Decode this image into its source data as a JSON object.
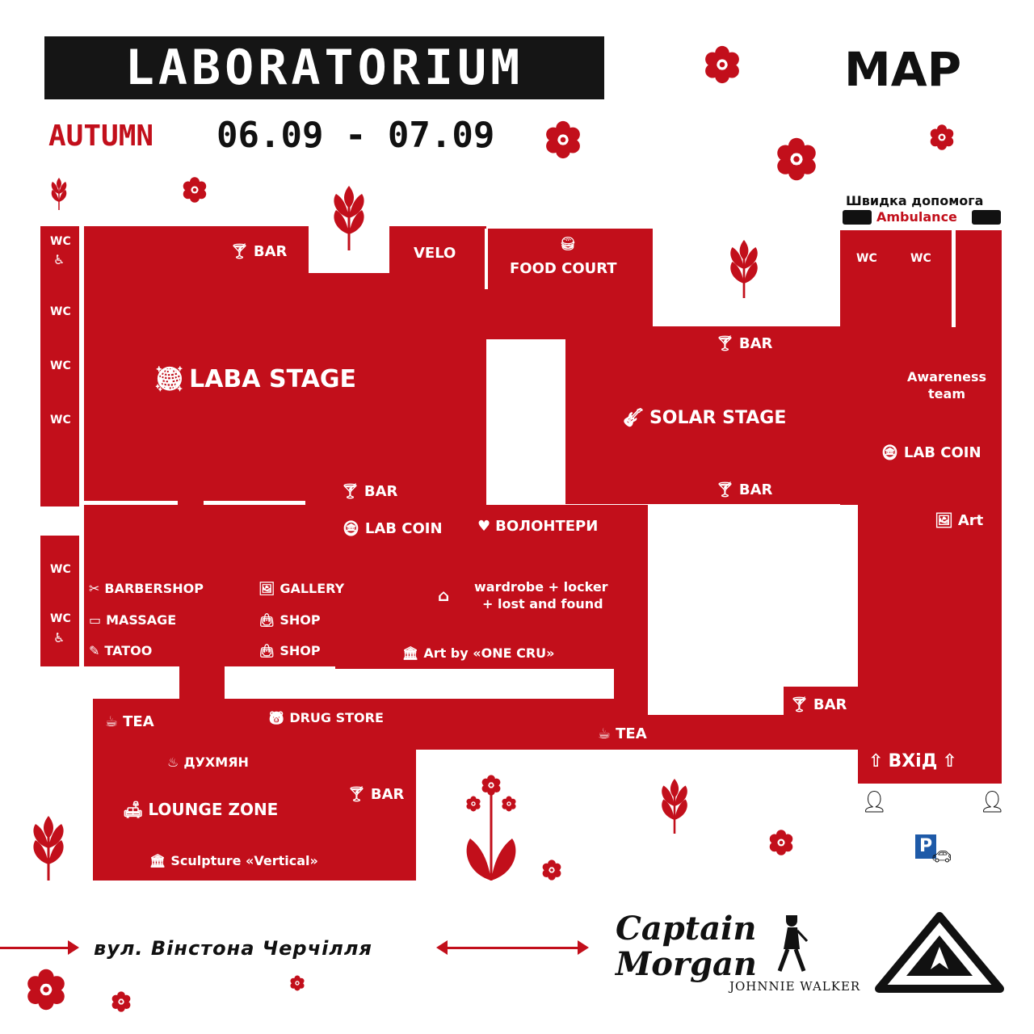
{
  "header": {
    "logo_text": "LABORATORIUM",
    "map_title": "MAP",
    "season": "AUTUMN",
    "dates": "06.09 - 07.09"
  },
  "colors": {
    "accent": "#c20f1b",
    "dark": "#151515",
    "background": "#ffffff"
  },
  "ambulance": {
    "title_ua": "Швидка допомога",
    "title_en": "Ambulance"
  },
  "zones": {
    "laba_stage": "LABA STAGE",
    "solar_stage": "SOLAR STAGE",
    "food_court": "FOOD COURT",
    "velo": "VELO",
    "lounge_zone": "LOUNGE ZONE",
    "awareness_team": "Awareness team",
    "entrance": "ВХіД"
  },
  "bars": [
    "BAR",
    "BAR",
    "BAR",
    "BAR",
    "BAR",
    "BAR"
  ],
  "wc": [
    "WC",
    "WC",
    "WC",
    "WC",
    "WC",
    "WC",
    "WC",
    "WC"
  ],
  "services": {
    "lab_coin": "LAB COIN",
    "volunteers": "ВОЛОНТЕРИ",
    "barbershop": "BARBERSHOP",
    "massage": "MASSAGE",
    "tatoo": "TATOO",
    "gallery": "GALLERY",
    "shop": "SHOP",
    "wardrobe_line1": "wardrobe + locker",
    "wardrobe_line2": "+ lost and found",
    "art_one_cru": "Art by «ONE CRU»",
    "art": "Art",
    "tea": "TEA",
    "drug_store": "DRUG STORE",
    "dukhmian": "ДУХМЯН",
    "sculpture": "Sculpture «Vertical»"
  },
  "street": "вул. Вінстона Черчілля",
  "sponsors": {
    "captain_line1": "Captain",
    "captain_line2": "Morgan",
    "johnnie": "JOHNNIE WALKER"
  }
}
